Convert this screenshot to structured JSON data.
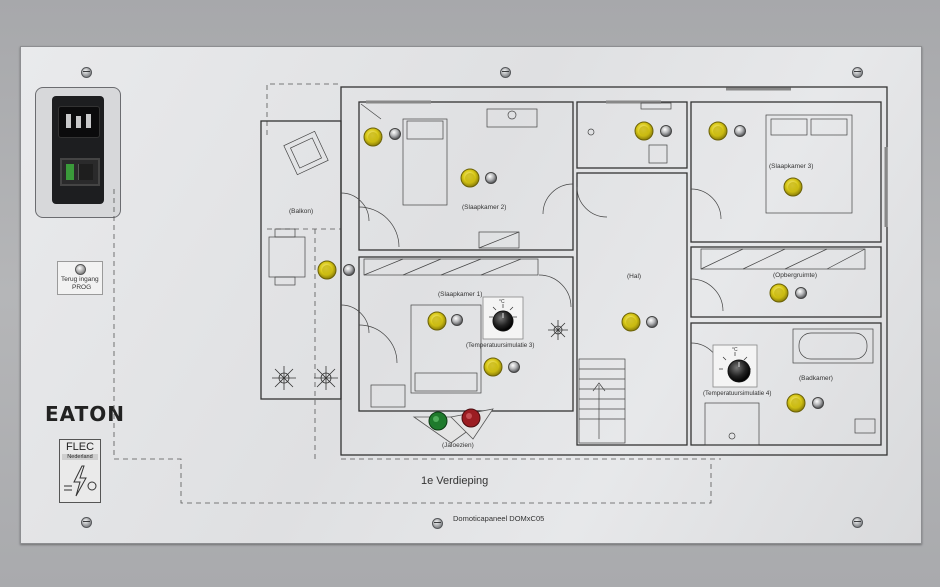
{
  "panel": {
    "floor_label": "1e Verdieping",
    "model_label": "Domoticapaneel DOMxC05",
    "brand": "EATON",
    "flec_title": "FLEC",
    "flec_sub": "Nederland"
  },
  "prog": {
    "line1": "Terug ingang",
    "line2": "PROG"
  },
  "rooms": {
    "balkon": "(Balkon)",
    "slaapkamer2": "(Slaapkamer 2)",
    "slaapkamer1": "(Slaapkamer 1)",
    "slaapkamer3": "(Slaapkamer 3)",
    "hal": "(Hal)",
    "opbergruimte": "(Opbergruimte)",
    "badkamer": "(Badkamer)",
    "jaloezien": "(Jaloezien)"
  },
  "temp_labels": {
    "t3": "(Temperatuursimulatie 3)",
    "t4": "(Temperatuursimulatie 4)",
    "unit": "°C"
  },
  "colors": {
    "lamp_yellow": "#d8c816",
    "led_green": "#1f7a2c",
    "led_red": "#9b1d22",
    "switch_green": "#3a9a3a"
  }
}
